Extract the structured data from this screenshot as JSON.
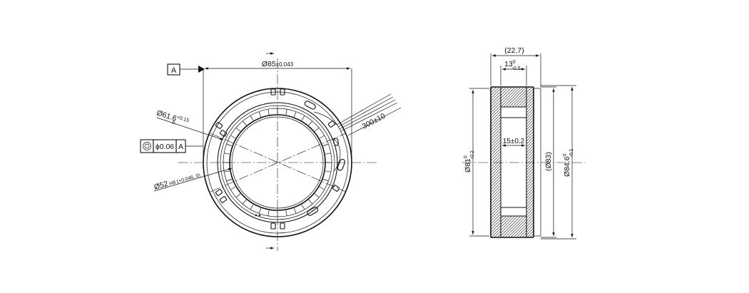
{
  "front_view": {
    "datum_label": "A",
    "outer_diameter": {
      "base": "Ø85",
      "tol": "±0.043"
    },
    "pcd_diameter": {
      "base": "Ø61.6",
      "upper": "+0.15",
      "lower": "0"
    },
    "bore_diameter": {
      "base": "Ø52",
      "fit": "H8",
      "tol": "(+0.046, 0)"
    },
    "concentricity_frame": {
      "symbol": "◎",
      "value": "ϕ0.06",
      "datum": "A"
    },
    "lead_length": "300±10"
  },
  "side_view": {
    "overall_width": "(22.7)",
    "ring_width": {
      "base": "13",
      "upper": "0",
      "lower": "-0.5"
    },
    "inner_width": "15±0.2",
    "diam_81": {
      "base": "Ø81",
      "upper": "0",
      "lower": "-0.2"
    },
    "diam_83": "(Ø83)",
    "diam_84_6": {
      "base": "Ø84.6",
      "upper": "0",
      "lower": "-0.1"
    }
  }
}
